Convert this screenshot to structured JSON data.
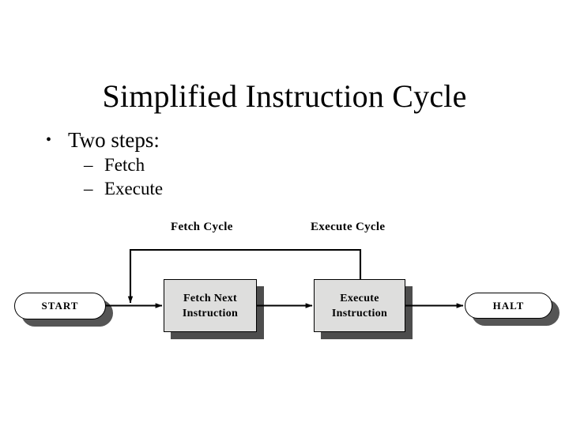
{
  "slide": {
    "title": "Simplified Instruction Cycle",
    "bullets": [
      {
        "level": 1,
        "marker": "•",
        "text": "Two steps:"
      },
      {
        "level": 2,
        "marker": "–",
        "text": "Fetch"
      },
      {
        "level": 2,
        "marker": "–",
        "text": "Execute"
      }
    ]
  },
  "diagram": {
    "labels": {
      "fetch_cycle": "Fetch Cycle",
      "execute_cycle": "Execute Cycle"
    },
    "nodes": {
      "start": "START",
      "fetch": "Fetch Next\nInstruction",
      "fetch_line1": "Fetch Next",
      "fetch_line2": "Instruction",
      "execute_line1": "Execute",
      "execute_line2": "Instruction",
      "halt": "HALT"
    },
    "colors": {
      "process_fill": "#dededd",
      "process_shadow": "#4d4d4d",
      "terminator_fill": "#ffffff",
      "terminator_shadow": "#555555",
      "stroke": "#000000",
      "background": "#ffffff"
    }
  }
}
